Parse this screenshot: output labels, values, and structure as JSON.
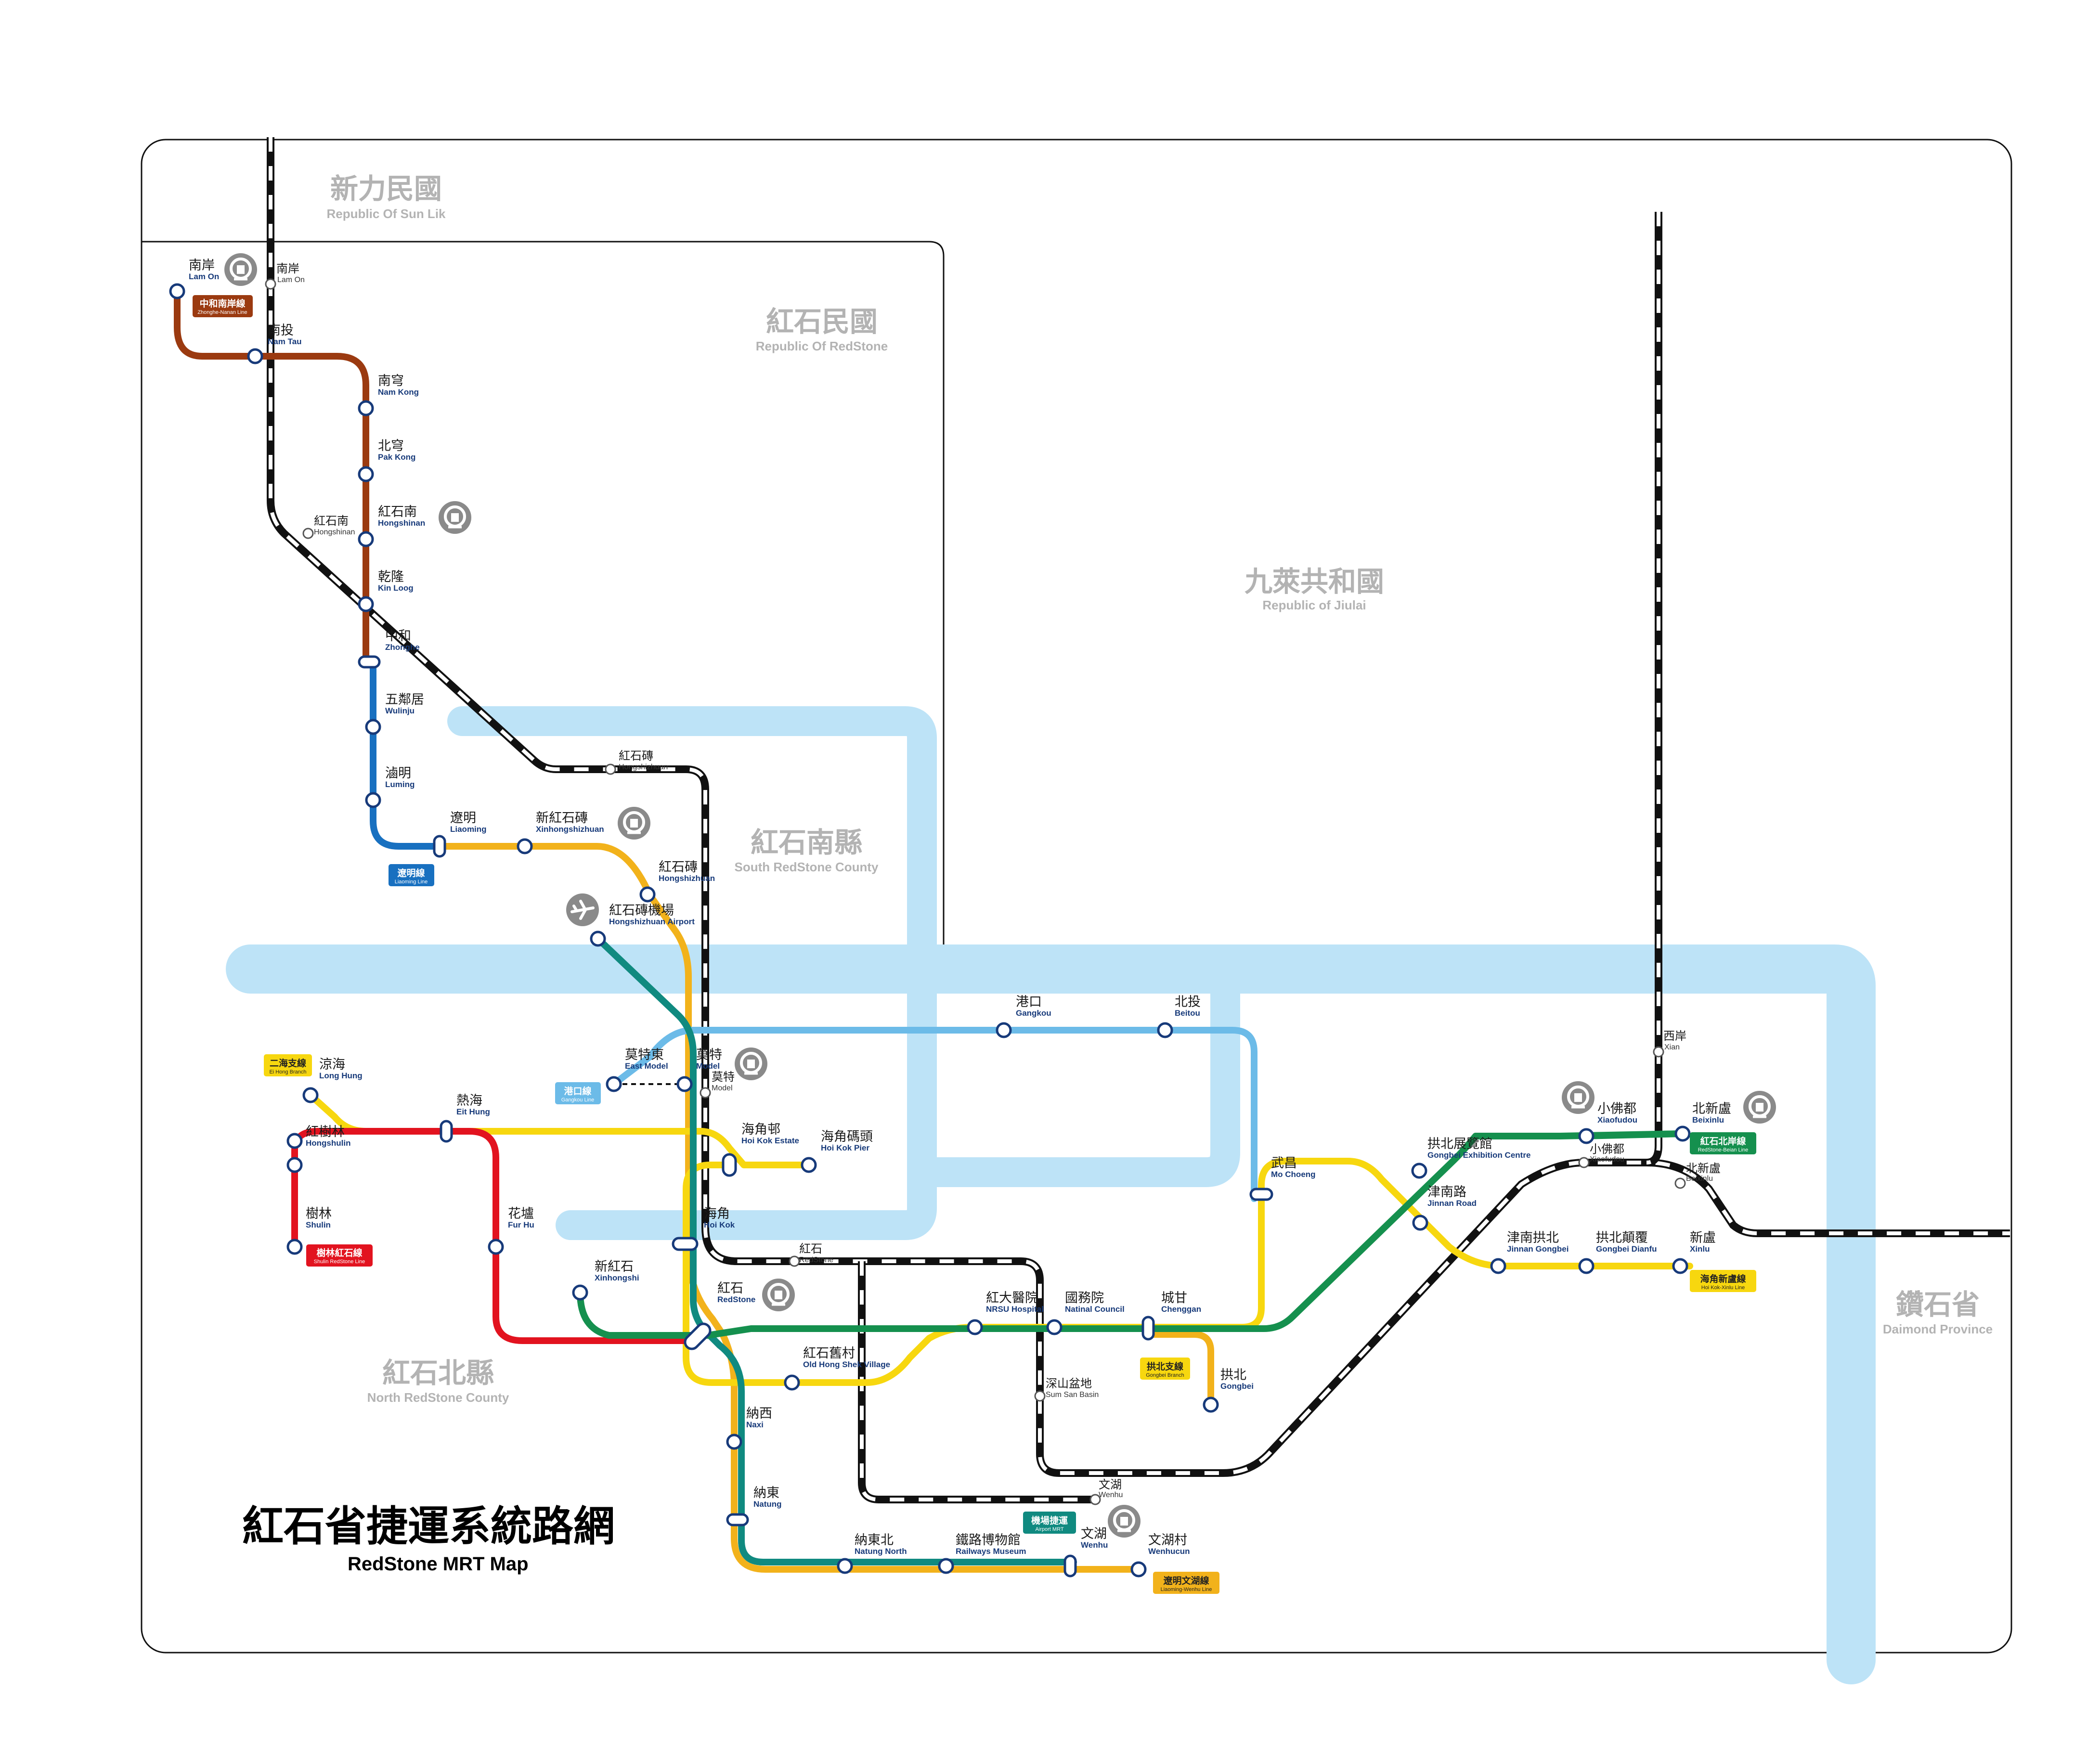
{
  "title": {
    "zh": "紅石省捷運系統路網",
    "en": "RedStone MRT Map"
  },
  "regions": {
    "sunlik": {
      "zh": "新力民國",
      "en": "Republic Of Sun Lik"
    },
    "redstone": {
      "zh": "紅石民國",
      "en": "Republic Of RedStone"
    },
    "jiulai": {
      "zh": "九萊共和國",
      "en": "Republic of Jiulai"
    },
    "south": {
      "zh": "紅石南縣",
      "en": "South RedStone County"
    },
    "north": {
      "zh": "紅石北縣",
      "en": "North RedStone County"
    },
    "daimond": {
      "zh": "鑽石省",
      "en": "Daimond Province"
    }
  },
  "colors": {
    "river": "#bde3f7",
    "zhonghe_nanan": "#9b3a10",
    "liaoming": "#1870c0",
    "liaoming_wenhu": "#f2b21b",
    "gangkou": "#6cbbe8",
    "ei_hong_yellow": "#f7d70f",
    "shulin_redstone": "#e2131f",
    "airport": "#108a80",
    "redstone_beian": "#15904e",
    "railway": "#111111"
  },
  "line_badges": {
    "zhonghe_nanan": {
      "zh": "中和南岸線",
      "en": "Zhonghe-Nanan Line"
    },
    "liaoming": {
      "zh": "遼明線",
      "en": "Liaoming Line"
    },
    "gangkou": {
      "zh": "港口線",
      "en": "Gangkou Line"
    },
    "ei_hong": {
      "zh": "二海支線",
      "en": "Ei Hong Branch"
    },
    "shulin_redstone": {
      "zh": "樹林紅石線",
      "en": "Shulin RedStone Line"
    },
    "gongbei": {
      "zh": "拱北支線",
      "en": "Gongbei Branch"
    },
    "airport_mrt": {
      "zh": "機場捷運",
      "en": "Airport MRT"
    },
    "liaoming_wenhu": {
      "zh": "遼明文湖線",
      "en": "Liaoming-Wenhu Line"
    },
    "redstone_beian": {
      "zh": "紅石北岸線",
      "en": "RedStone-Beian Line"
    },
    "hoi_kok_xinlu": {
      "zh": "海角新盧線",
      "en": "Hoi Kok-Xinlu Line"
    }
  },
  "stations": {
    "lam_on": {
      "zh": "南岸",
      "en": "Lam On"
    },
    "nam_tau": {
      "zh": "南投",
      "en": "Nam Tau"
    },
    "nam_kong": {
      "zh": "南穹",
      "en": "Nam Kong"
    },
    "pak_kong": {
      "zh": "北穹",
      "en": "Pak Kong"
    },
    "hongshinan": {
      "zh": "紅石南",
      "en": "Hongshinan"
    },
    "kin_loog": {
      "zh": "乾隆",
      "en": "Kin Loog"
    },
    "zhonghe": {
      "zh": "中和",
      "en": "Zhonghe"
    },
    "wulinju": {
      "zh": "五鄰居",
      "en": "Wulinju"
    },
    "luming": {
      "zh": "滷明",
      "en": "Luming"
    },
    "liaoming": {
      "zh": "遼明",
      "en": "Liaoming"
    },
    "xinhongshizhuan": {
      "zh": "新紅石磚",
      "en": "Xinhongshizhuan"
    },
    "hongshizhuan": {
      "zh": "紅石磚",
      "en": "Hongshizhuan"
    },
    "airport": {
      "zh": "紅石磚機場",
      "en": "Hongshizhuan Airport"
    },
    "gangkou": {
      "zh": "港口",
      "en": "Gangkou"
    },
    "beitou": {
      "zh": "北投",
      "en": "Beitou"
    },
    "east_model": {
      "zh": "莫特東",
      "en": "East Model"
    },
    "model": {
      "zh": "莫特",
      "en": "Model"
    },
    "long_hung": {
      "zh": "涼海",
      "en": "Long Hung"
    },
    "eit_hung": {
      "zh": "熱海",
      "en": "Eit Hung"
    },
    "hongshulin": {
      "zh": "紅樹林",
      "en": "Hongshulin"
    },
    "shulin": {
      "zh": "樹林",
      "en": "Shulin"
    },
    "fur_hu": {
      "zh": "花壚",
      "en": "Fur Hu"
    },
    "hoi_kok_estate": {
      "zh": "海角邨",
      "en": "Hoi Kok Estate"
    },
    "hoi_kok_pier": {
      "zh": "海角碼頭",
      "en": "Hoi Kok Pier"
    },
    "hoi_kok": {
      "zh": "海角",
      "en": "Hoi Kok"
    },
    "xinhongshi": {
      "zh": "新紅石",
      "en": "Xinhongshi"
    },
    "redstone": {
      "zh": "紅石",
      "en": "RedStone"
    },
    "old_hong_shek": {
      "zh": "紅石舊村",
      "en": "Old Hong Shek Village"
    },
    "naxi": {
      "zh": "納西",
      "en": "Naxi"
    },
    "natung": {
      "zh": "納東",
      "en": "Natung"
    },
    "natung_north": {
      "zh": "納東北",
      "en": "Natung North"
    },
    "railways_museum": {
      "zh": "鐵路博物館",
      "en": "Railways Museum"
    },
    "wenhu": {
      "zh": "文湖",
      "en": "Wenhu"
    },
    "wenhucun": {
      "zh": "文湖村",
      "en": "Wenhucun"
    },
    "nrsu_hospital": {
      "zh": "紅大醫院",
      "en": "NRSU Hospital"
    },
    "national_council": {
      "zh": "國務院",
      "en": "Natinal Council"
    },
    "chenggan": {
      "zh": "城甘",
      "en": "Chenggan"
    },
    "gongbei": {
      "zh": "拱北",
      "en": "Gongbei"
    },
    "mo_choeng": {
      "zh": "武昌",
      "en": "Mo Choeng"
    },
    "gongbei_exhibition": {
      "zh": "拱北展覽館",
      "en": "Gongbei Exhibition Centre"
    },
    "jinnan_road": {
      "zh": "津南路",
      "en": "Jinnan Road"
    },
    "jinnan_gongbei": {
      "zh": "津南拱北",
      "en": "Jinnan Gongbei"
    },
    "gongbei_dianfu": {
      "zh": "拱北顛覆",
      "en": "Gongbei Dianfu"
    },
    "xinlu": {
      "zh": "新盧",
      "en": "Xinlu"
    },
    "xiaofudou": {
      "zh": "小佛都",
      "en": "Xiaofudou"
    },
    "beixinlu": {
      "zh": "北新盧",
      "en": "Beixinlu"
    }
  },
  "rail_stations": {
    "lam_on": {
      "zh": "南岸",
      "en": "Lam On"
    },
    "hongshinan": {
      "zh": "紅石南",
      "en": "Hongshinan"
    },
    "hongshizhuan": {
      "zh": "紅石磚",
      "en": "Hongshizhuan"
    },
    "model": {
      "zh": "莫特",
      "en": "Model"
    },
    "redstone": {
      "zh": "紅石",
      "en": "RedStone"
    },
    "sum_san_basin": {
      "zh": "深山盆地",
      "en": "Sum San Basin"
    },
    "wenhu": {
      "zh": "文湖",
      "en": "Wenhu"
    },
    "xian": {
      "zh": "西岸",
      "en": "Xian"
    },
    "xiaofudou": {
      "zh": "小佛都",
      "en": "Xiaofudou"
    },
    "beixinlu": {
      "zh": "北新盧",
      "en": "Beixinlu"
    }
  }
}
